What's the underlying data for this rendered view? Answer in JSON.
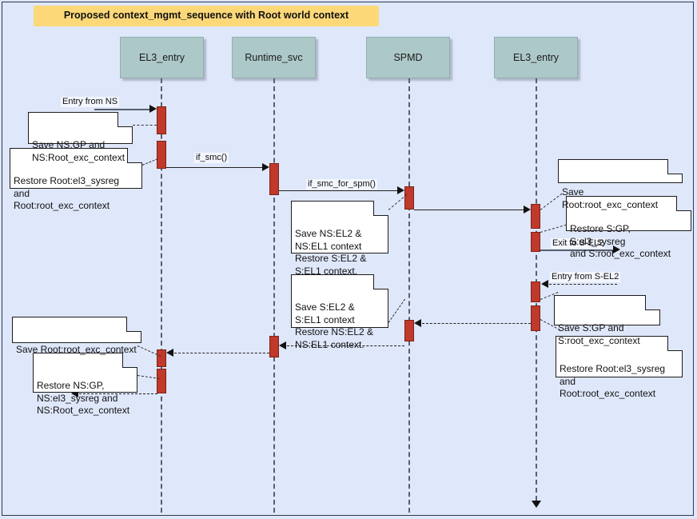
{
  "diagram": {
    "title": "Proposed context_mgmt_sequence with Root world context",
    "type": "sequence-diagram",
    "colors": {
      "background": "#dfe7fa",
      "title_banner": "#fcd879",
      "participant_box": "#adc8c8",
      "activation_bar": "#c0392b",
      "note_background": "#ffffff",
      "lifeline": "#5a5f6e"
    }
  },
  "participants": [
    {
      "id": "el3_entry_left",
      "label": "EL3_entry"
    },
    {
      "id": "runtime_svc",
      "label": "Runtime_svc"
    },
    {
      "id": "spmd",
      "label": "SPMD"
    },
    {
      "id": "el3_entry_right",
      "label": "EL3_entry"
    }
  ],
  "messages": [
    {
      "id": "m1",
      "label": "Entry from NS",
      "style": "solid",
      "direction": "right"
    },
    {
      "id": "m2",
      "label": "if_smc()",
      "style": "solid",
      "direction": "right"
    },
    {
      "id": "m3",
      "label": "if_smc_for_spm()",
      "style": "solid",
      "direction": "right"
    },
    {
      "id": "m4",
      "label": "",
      "style": "solid",
      "direction": "right"
    },
    {
      "id": "m5",
      "label": "Exit to S-EL2",
      "style": "solid",
      "direction": "right"
    },
    {
      "id": "m6",
      "label": "Entry from S-EL2",
      "style": "dashed",
      "direction": "left"
    },
    {
      "id": "m7",
      "label": "",
      "style": "dashed",
      "direction": "left"
    },
    {
      "id": "m8",
      "label": "",
      "style": "dashed",
      "direction": "left"
    },
    {
      "id": "m9",
      "label": "",
      "style": "dashed",
      "direction": "left"
    }
  ],
  "notes": [
    {
      "id": "n1",
      "text": "Save NS:GP and\nNS:Root_exc_context"
    },
    {
      "id": "n2",
      "text": "Restore Root:el3_sysreg\nand\nRoot:root_exc_context"
    },
    {
      "id": "n3",
      "text": "Save NS:EL2 &\nNS:EL1 context\nRestore S:EL2 &\nS:EL1 context."
    },
    {
      "id": "n4",
      "text": "Save Root:root_exc_context"
    },
    {
      "id": "n5",
      "text": "Restore S:GP, S:el3_sysreg\nand S:root_exc_context"
    },
    {
      "id": "n6",
      "text": "Save S:GP and\nS:root_exc_context"
    },
    {
      "id": "n7",
      "text": "Restore Root:el3_sysreg\nand\nRoot:root_exc_context"
    },
    {
      "id": "n8",
      "text": "Save S:EL2 &\nS:EL1 context\nRestore NS:EL2 &\nNS:EL1 context."
    },
    {
      "id": "n9",
      "text": "Save Root:root_exc_context"
    },
    {
      "id": "n10",
      "text": "Restore NS:GP,\nNS:el3_sysreg and\nNS:Root_exc_context"
    }
  ]
}
